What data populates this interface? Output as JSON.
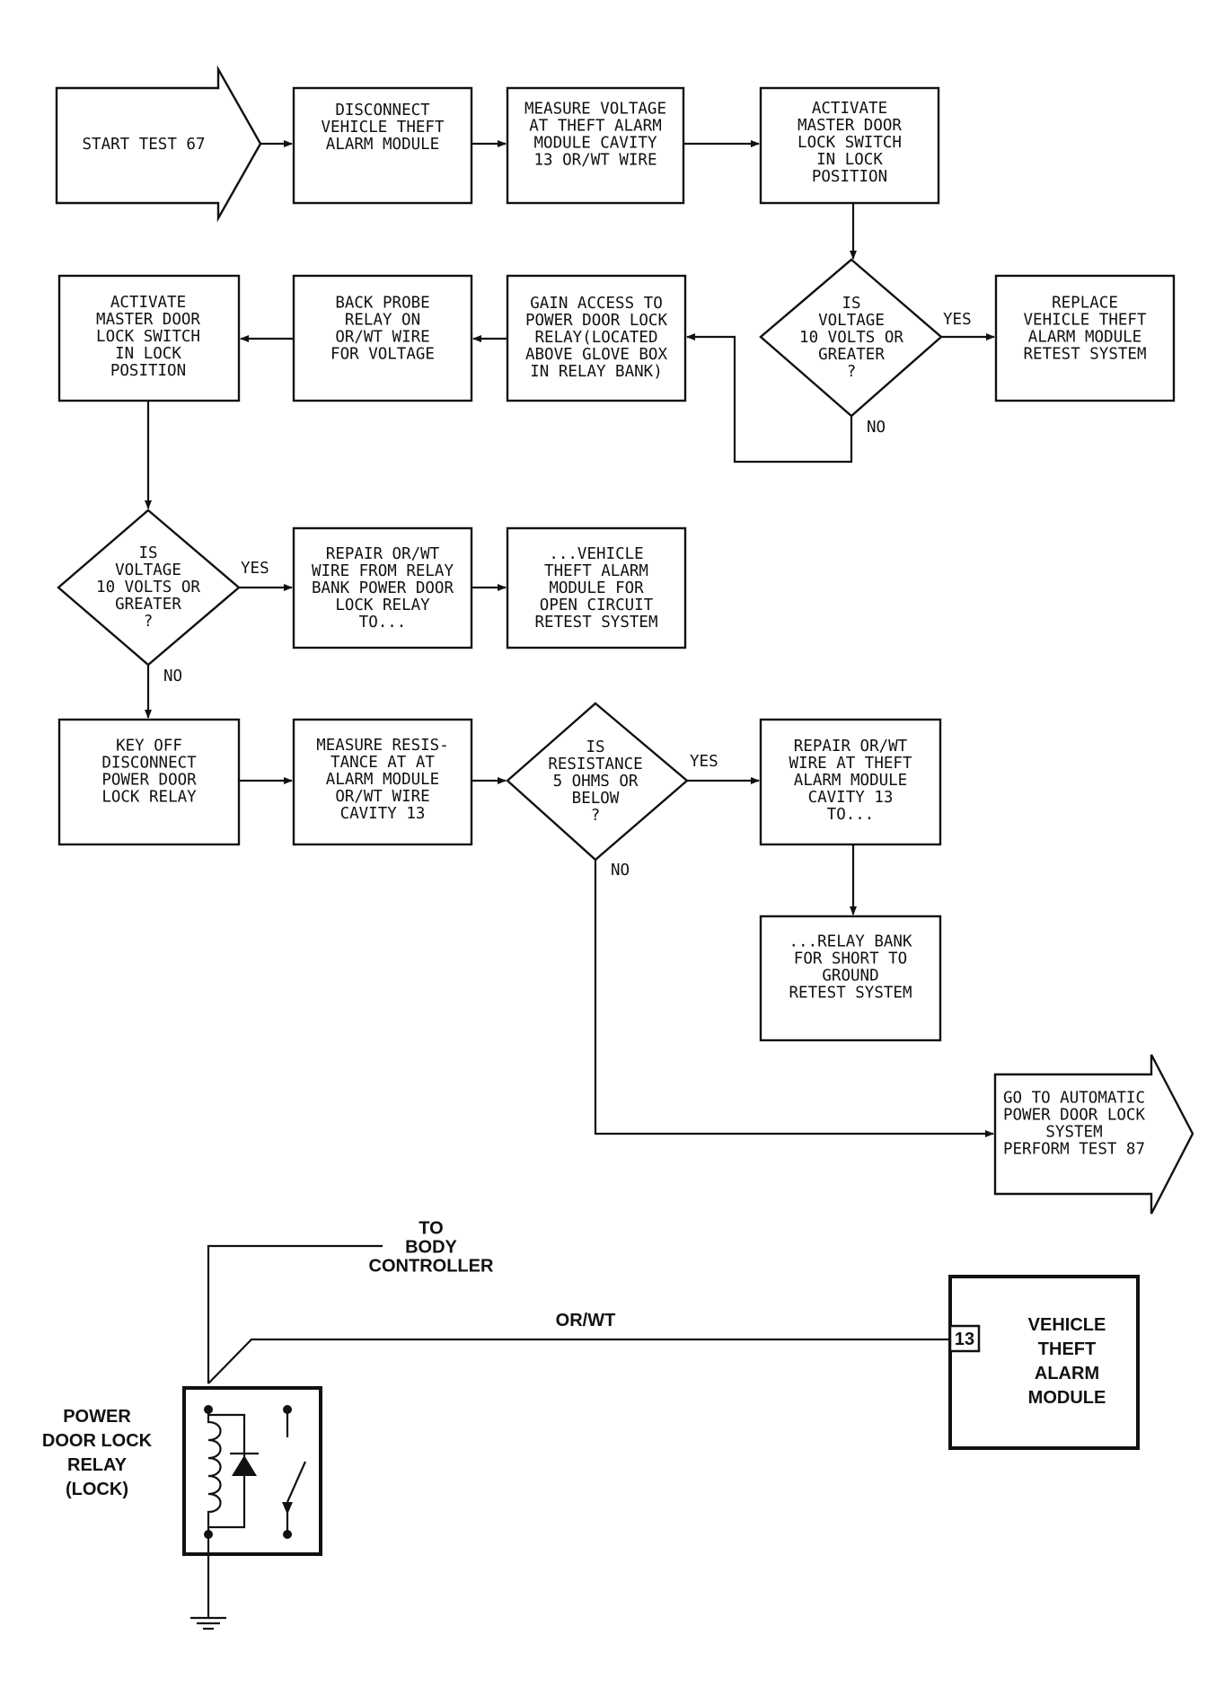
{
  "flowchart": {
    "start": [
      "START TEST 67"
    ],
    "disconnect_module": [
      "DISCONNECT",
      "VEHICLE THEFT",
      "ALARM MODULE"
    ],
    "measure_voltage": [
      "MEASURE VOLTAGE",
      "AT THEFT ALARM",
      "MODULE CAVITY",
      "13 OR/WT WIRE"
    ],
    "activate_switch_1": [
      "ACTIVATE",
      "MASTER DOOR",
      "LOCK SWITCH",
      "IN LOCK",
      "POSITION"
    ],
    "decision_voltage_1": [
      "IS",
      "VOLTAGE",
      "10 VOLTS OR",
      "GREATER",
      "?"
    ],
    "replace_module": [
      "REPLACE",
      "VEHICLE THEFT",
      "ALARM MODULE",
      "RETEST SYSTEM"
    ],
    "gain_access": [
      "GAIN ACCESS TO",
      "POWER DOOR LOCK",
      "RELAY(LOCATED",
      "ABOVE GLOVE BOX",
      "IN RELAY BANK)"
    ],
    "back_probe": [
      "BACK PROBE",
      "RELAY ON",
      "OR/WT WIRE",
      "FOR VOLTAGE"
    ],
    "activate_switch_2": [
      "ACTIVATE",
      "MASTER DOOR",
      "LOCK SWITCH",
      "IN LOCK",
      "POSITION"
    ],
    "decision_voltage_2": [
      "IS",
      "VOLTAGE",
      "10 VOLTS OR",
      "GREATER",
      "?"
    ],
    "repair_wire_relay": [
      "REPAIR OR/WT",
      "WIRE FROM RELAY",
      "BANK POWER DOOR",
      "LOCK RELAY",
      "TO..."
    ],
    "repair_wire_relay_cont": [
      "...VEHICLE",
      "THEFT ALARM",
      "MODULE FOR",
      "OPEN CIRCUIT",
      "RETEST SYSTEM"
    ],
    "key_off": [
      "KEY OFF",
      "DISCONNECT",
      "POWER DOOR",
      "LOCK RELAY"
    ],
    "measure_resistance": [
      "MEASURE RESIS-",
      "TANCE AT AT",
      "ALARM MODULE",
      "OR/WT WIRE",
      "CAVITY 13"
    ],
    "decision_resistance": [
      "IS",
      "RESISTANCE",
      "5 OHMS OR",
      "BELOW",
      "?"
    ],
    "repair_wire_module": [
      "REPAIR OR/WT",
      "WIRE AT THEFT",
      "ALARM MODULE",
      "CAVITY 13",
      "TO..."
    ],
    "repair_wire_module_cont": [
      "...RELAY BANK",
      "FOR SHORT TO",
      "GROUND",
      "RETEST SYSTEM"
    ],
    "goto_test": [
      "GO TO AUTOMATIC",
      "POWER DOOR LOCK",
      "SYSTEM",
      "PERFORM TEST 87"
    ],
    "labels": {
      "yes": "YES",
      "no": "NO"
    }
  },
  "schematic": {
    "to_body_controller": [
      "TO",
      "BODY",
      "CONTROLLER"
    ],
    "wire_color": "OR/WT",
    "cavity_number": "13",
    "module_label": [
      "VEHICLE",
      "THEFT",
      "ALARM",
      "MODULE"
    ],
    "relay_label": [
      "POWER",
      "DOOR LOCK",
      "RELAY",
      "(LOCK)"
    ]
  }
}
